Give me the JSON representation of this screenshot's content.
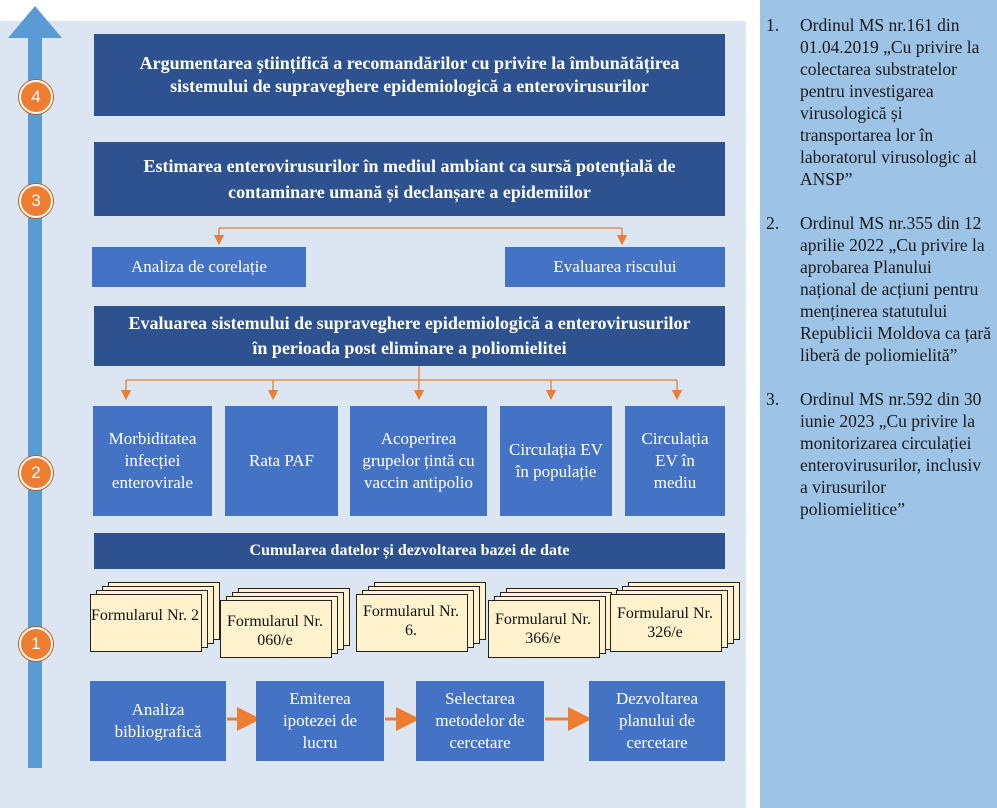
{
  "levels": [
    "4",
    "3",
    "2",
    "1"
  ],
  "boxes": {
    "level4_title": "Argumentarea științifică a recomandărilor cu privire la îmbunătățirea sistemului de supraveghere epidemiologică a enterovirusurilor",
    "level3_title": "Estimarea enterovirusurilor în mediul ambiant ca sursă potențială de contaminare umană și declanșare a epidemiilor",
    "level3_left": "Analiza de corelație",
    "level3_right": "Evaluarea riscului",
    "level2_title": "Evaluarea sistemului de supraveghere epidemiologică a enterovirusurilor în perioada post eliminare a poliomielitei",
    "level2_items": [
      "Morbiditatea infecției enterovirale",
      "Rata PAF",
      "Acoperirea grupelor țintă cu vaccin antipolio",
      "Circulația EV în populație",
      "Circulația EV în mediu"
    ],
    "level1_title": "Cumularea datelor și dezvoltarea bazei de date",
    "forms": [
      "Formularul Nr. 2",
      "Formularul Nr. 060/e",
      "Formularul Nr. 6.",
      "Formularul Nr. 366/e",
      "Formularul Nr. 326/e"
    ],
    "steps": [
      "Analiza bibliografică",
      "Emiterea ipotezei de lucru",
      "Selectarea metodelor de cercetare",
      "Dezvoltarea planului de cercetare"
    ]
  },
  "references": [
    {
      "num": "1.",
      "text": "Ordinul MS nr.161 din 01.04.2019 „Cu privire la colectarea substratelor pentru investigarea virusologică și transportarea lor în laboratorul virusologic al ANSP”"
    },
    {
      "num": "2.",
      "text": "Ordinul MS nr.355 din 12 aprilie 2022 „Cu privire la aprobarea Planului național de acțiuni pentru menținerea statutului Republicii Moldova ca țară liberă de poliomielită”"
    },
    {
      "num": "3.",
      "text": "Ordinul MS nr.592 din 30 iunie 2023 „Cu privire la monitorizarea circulației enterovirusurilor, inclusiv a virusurilor poliomielitice”"
    }
  ],
  "colors": {
    "dark_box": "#2e528f",
    "mid_box": "#4472c4",
    "accent": "#ed7d31",
    "form_fill": "#fff2cc",
    "side_panel": "#9dc3e6"
  }
}
